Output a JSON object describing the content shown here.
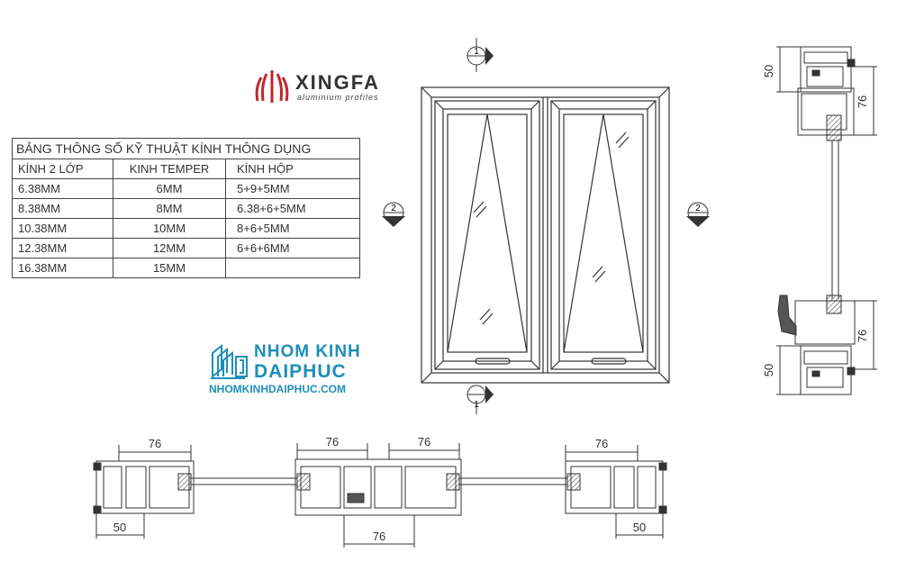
{
  "logo": {
    "word": "XINGFA",
    "sub": "aluminium profiles"
  },
  "spec_table": {
    "title": "BẢNG THÔNG SỐ KỸ THUẬT KÍNH  THÔNG DỤNG",
    "headers": [
      "KÍNH 2 LỚP",
      "KINH TEMPER",
      "KÍNH HỘP"
    ],
    "rows": [
      [
        "6.38MM",
        "6MM",
        "5+9+5MM"
      ],
      [
        "8.38MM",
        "8MM",
        "6.38+6+5MM"
      ],
      [
        "10.38MM",
        "10MM",
        "8+6+5MM"
      ],
      [
        "12.38MM",
        "12MM",
        "6+6+6MM"
      ],
      [
        "16.38MM",
        "15MM",
        ""
      ]
    ]
  },
  "brand": {
    "line1": "NHOM KINH",
    "line2": "DAIPHUC",
    "site": "NHOMKINHDAIPHUC.COM",
    "color": "#1e8fb8"
  },
  "section_markers": {
    "top": "1",
    "bottom": "1",
    "left": "2",
    "right": "2"
  },
  "dimensions": {
    "right_top_height": "50",
    "right_top_width": "76",
    "right_bottom_width": "76",
    "right_bottom_height": "50",
    "bottom_left_top": "76",
    "bottom_left_bottom": "50",
    "bottom_mid_top_left": "76",
    "bottom_mid_top_right": "76",
    "bottom_mid_bottom": "76",
    "bottom_right_top": "76",
    "bottom_right_bottom": "50"
  }
}
